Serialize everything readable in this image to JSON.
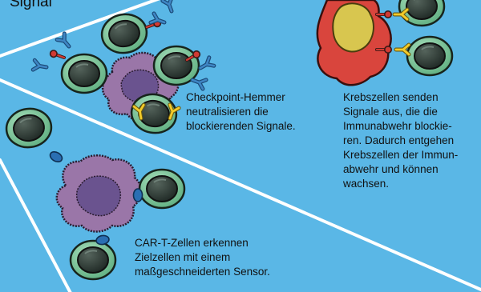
{
  "top_label": "Signal",
  "captions": {
    "checkpoint": [
      "Checkpoint-Hemmer",
      "neutralisieren die",
      "blockierenden Signale."
    ],
    "krebszellen": [
      "Krebszellen senden",
      "Signale aus, die die",
      "Immunabwehr blockie-",
      "ren. Dadurch entgehen",
      "Krebszellen der Immun-",
      "abwehr und können",
      "wachsen."
    ],
    "cart": [
      "CAR-T-Zellen erkennen",
      "Zielzellen mit einem",
      "maßgeschneiderten Sensor."
    ]
  },
  "colors": {
    "background": "#5ab7e6",
    "divider": "#ffffff",
    "tcell_ring": "#7fc99a",
    "tcell_nucleus": "#2f3b36",
    "tumor_purple": "#9a76a8",
    "tumor_purple_core": "#5f4c8a",
    "tumor_red": "#d9453d",
    "tumor_red_core": "#d8c64f",
    "ligand_red": "#c9302c",
    "antibody_blue": "#2f6fa8",
    "antibody_yellow": "#f0c419",
    "car_sensor": "#1f5fa0"
  }
}
